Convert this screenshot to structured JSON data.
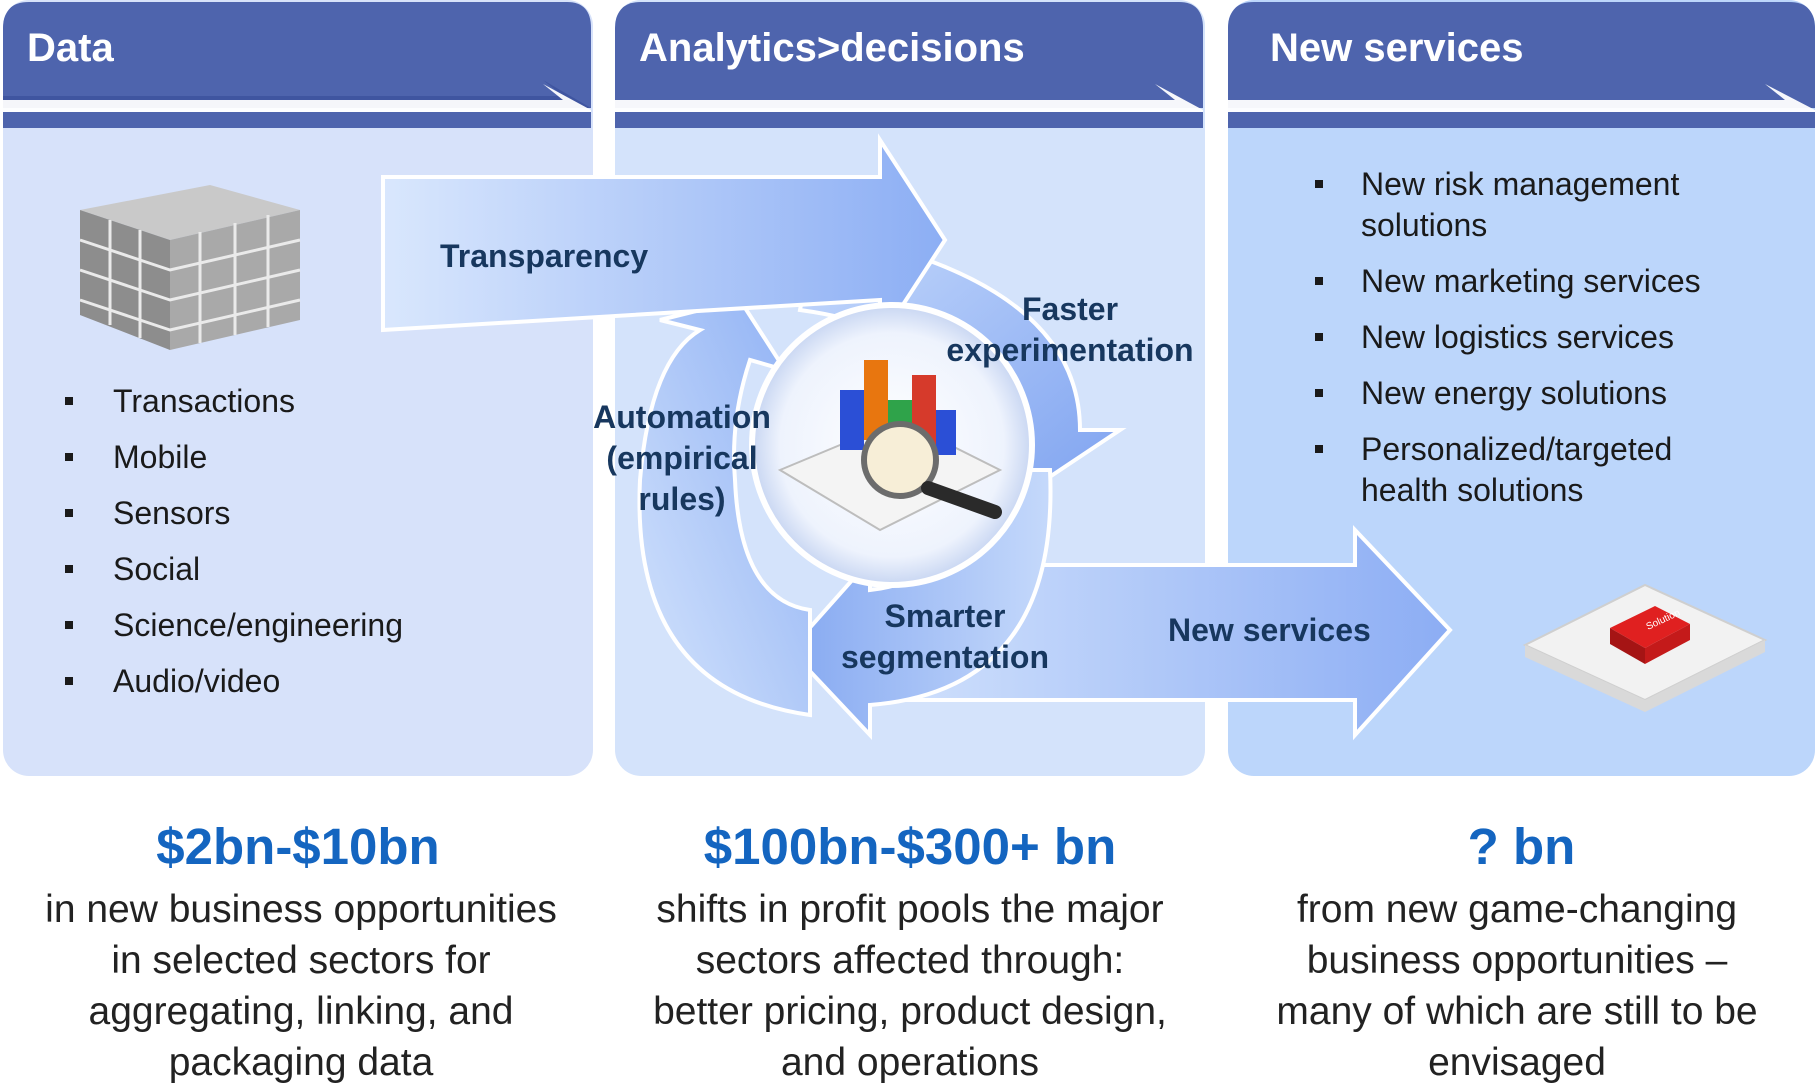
{
  "columns": [
    {
      "header": "Data",
      "items": [
        "Transactions",
        "Mobile",
        "Sensors",
        "Social",
        "Science/engineering",
        "Audio/video"
      ],
      "amount": "$2bn-$10bn",
      "description_lines": [
        "in new business opportunities",
        "in selected sectors for",
        "aggregating, linking, and",
        "packaging data"
      ]
    },
    {
      "header": "Analytics>decisions",
      "amount": "$100bn-$300+ bn",
      "description_lines": [
        "shifts in profit pools the major",
        "sectors affected through:",
        "better pricing, product design,",
        "and operations"
      ]
    },
    {
      "header": "New services",
      "items": [
        "New risk management solutions",
        "New marketing services",
        "New logistics services",
        "New energy solutions",
        "Personalized/targeted health solutions"
      ],
      "amount": "? bn",
      "description_lines": [
        "from new game-changing",
        "business opportunities –",
        "many of which are still to be",
        "envisaged"
      ]
    }
  ],
  "flow_labels": {
    "transparency": "Transparency",
    "faster_line1": "Faster",
    "faster_line2": "experimentation",
    "automation_line1": "Automation",
    "automation_line2": "(empirical",
    "automation_line3": "rules)",
    "smarter_line1": "Smarter",
    "smarter_line2": "segmentation",
    "new_services": "New services"
  },
  "puzzle_text": "Solution",
  "colors": {
    "header_blue": "#4e64ad",
    "arrow_blue": "#8ab0f5",
    "label_navy": "#17375e",
    "amount_blue": "#1465c0"
  }
}
